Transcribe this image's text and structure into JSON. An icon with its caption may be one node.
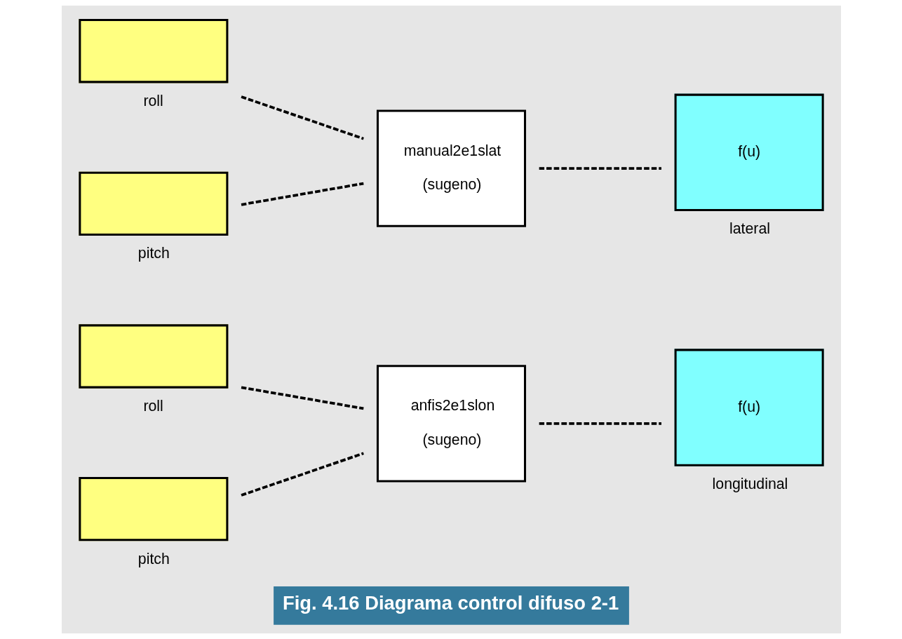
{
  "diagram": {
    "caption": "Fig. 4.16 Diagrama control difuso 2-1",
    "nodes": [
      {
        "text": [],
        "shape": "box",
        "beside": [
          "roll"
        ]
      },
      {
        "text": [],
        "shape": "box",
        "beside": [
          "pitch"
        ]
      },
      {
        "text": [
          "manual2e1slat",
          "(sugeno)"
        ]
      },
      {
        "text": [
          "f(u)"
        ],
        "beside": [
          "lateral"
        ]
      },
      {
        "text": [],
        "shape": "box",
        "beside": [
          "roll"
        ]
      },
      {
        "text": [],
        "shape": "box",
        "beside": [
          "pitch"
        ]
      },
      {
        "text": [
          "anfis2e1slon",
          "(sugeno)"
        ]
      },
      {
        "text": [
          "f(u)"
        ],
        "beside": [
          "longitudinal"
        ]
      }
    ],
    "edges": [
      {
        "from": 0,
        "to": 2,
        "arrow": "none",
        "style": "dashed"
      },
      {
        "from": 1,
        "to": 2,
        "arrow": "none",
        "style": "dashed"
      },
      {
        "from": 2,
        "to": 3,
        "arrow": "none",
        "style": "dashed"
      },
      {
        "from": 4,
        "to": 6,
        "arrow": "none",
        "style": "dashed"
      },
      {
        "from": 5,
        "to": 6,
        "arrow": "none",
        "style": "dashed"
      },
      {
        "from": 6,
        "to": 7,
        "arrow": "none",
        "style": "dashed"
      }
    ]
  }
}
